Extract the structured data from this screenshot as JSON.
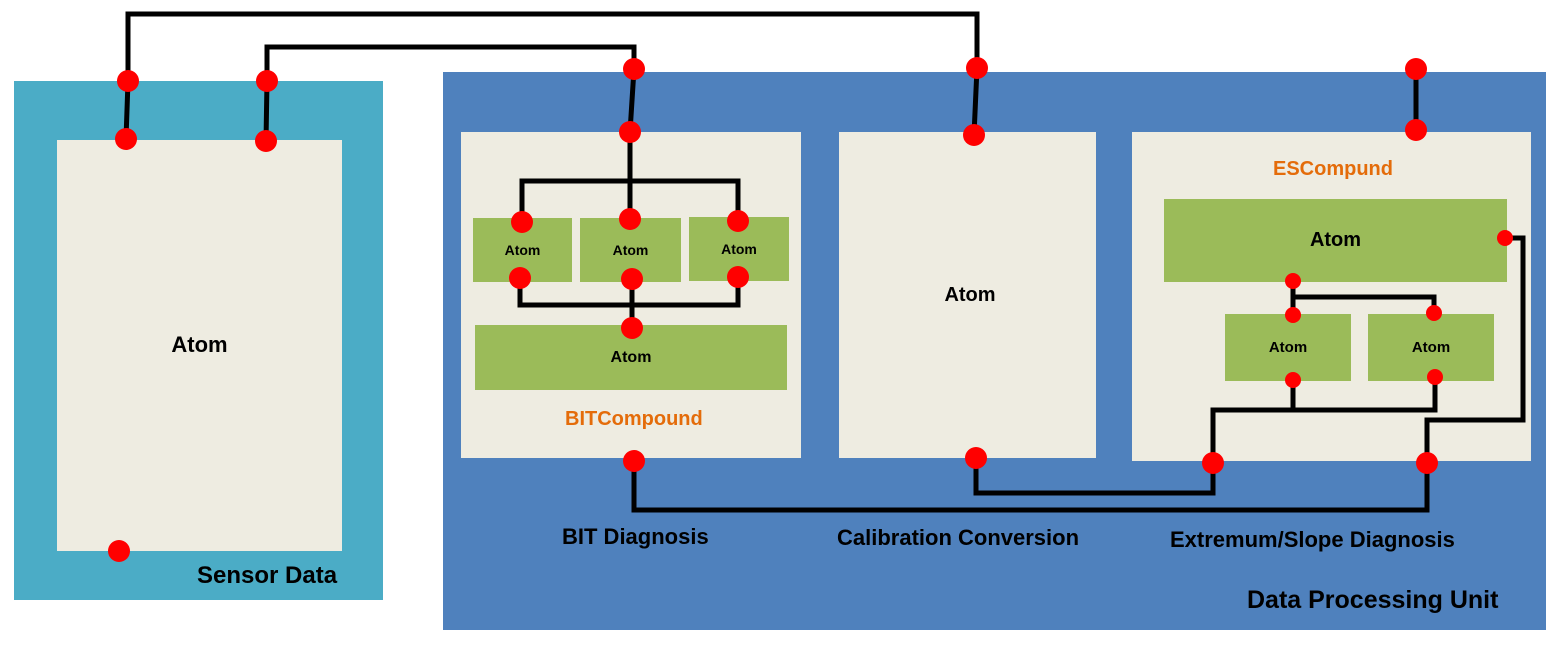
{
  "colors": {
    "sensor_frame": "#4bacc6",
    "dpu_frame": "#4f81bd",
    "panel": "#eeece1",
    "atom_green": "#9bbb59",
    "compound_title": "#e46c0a",
    "port": "#ff0000",
    "wire": "#000000"
  },
  "sensor": {
    "label": "Sensor Data",
    "atom_label": "Atom"
  },
  "dpu": {
    "label": "Data Processing Unit"
  },
  "bit": {
    "compound_title": "BITCompound",
    "atom_left": "Atom",
    "atom_middle": "Atom",
    "atom_right": "Atom",
    "atom_bottom": "Atom",
    "caption": "BIT Diagnosis"
  },
  "calibration": {
    "atom_label": "Atom",
    "caption": "Calibration Conversion"
  },
  "es": {
    "compound_title": "ESCompund",
    "atom_top": "Atom",
    "atom_left": "Atom",
    "atom_right": "Atom",
    "caption": "Extremum/Slope Diagnosis"
  }
}
